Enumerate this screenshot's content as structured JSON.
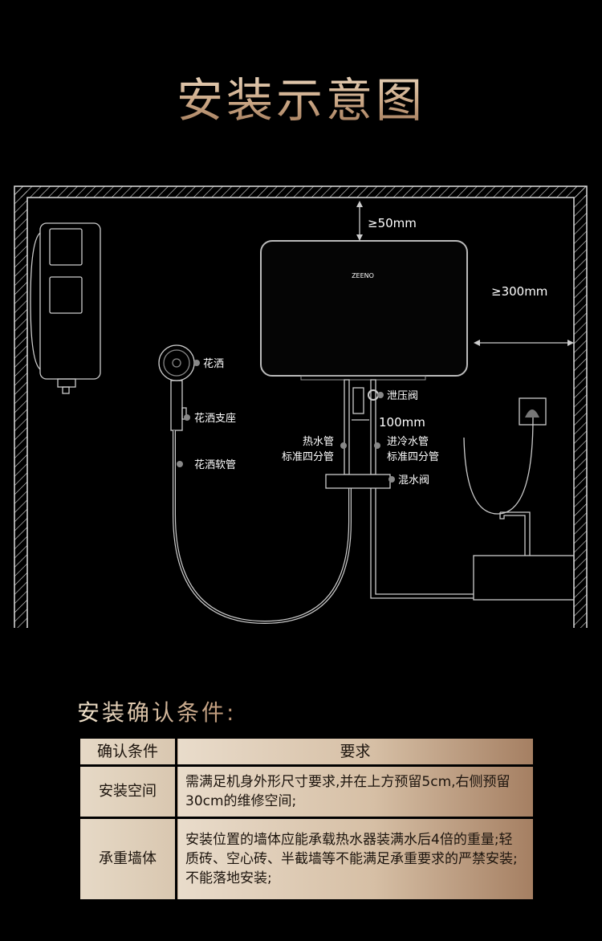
{
  "title": "安装示意图",
  "diagram": {
    "brand": "ZEENO",
    "clearance_top": "≥50mm",
    "clearance_right": "≥300mm",
    "pipe_spacing": "100mm",
    "labels": {
      "shower_head": "花洒",
      "shower_holder": "花洒支座",
      "shower_hose": "花洒软管",
      "relief_valve": "泄压阀",
      "hot_pipe": "热水管",
      "hot_pipe_spec": "标准四分管",
      "cold_pipe": "进冷水管",
      "cold_pipe_spec": "标准四分管",
      "mixing_valve": "混水阀"
    }
  },
  "conditions": {
    "heading": "安装确认条件:",
    "header": [
      "确认条件",
      "要求"
    ],
    "rows": [
      {
        "condition": "安装空间",
        "requirement": "需满足机身外形尺寸要求,并在上方预留5cm,右侧预留30cm的维修空间;"
      },
      {
        "condition": "承重墙体",
        "requirement": "安装位置的墙体应能承载热水器装满水后4倍的重量;轻质砖、空心砖、半截墙等不能满足承重要求的严禁安装;不能落地安装;"
      }
    ]
  }
}
